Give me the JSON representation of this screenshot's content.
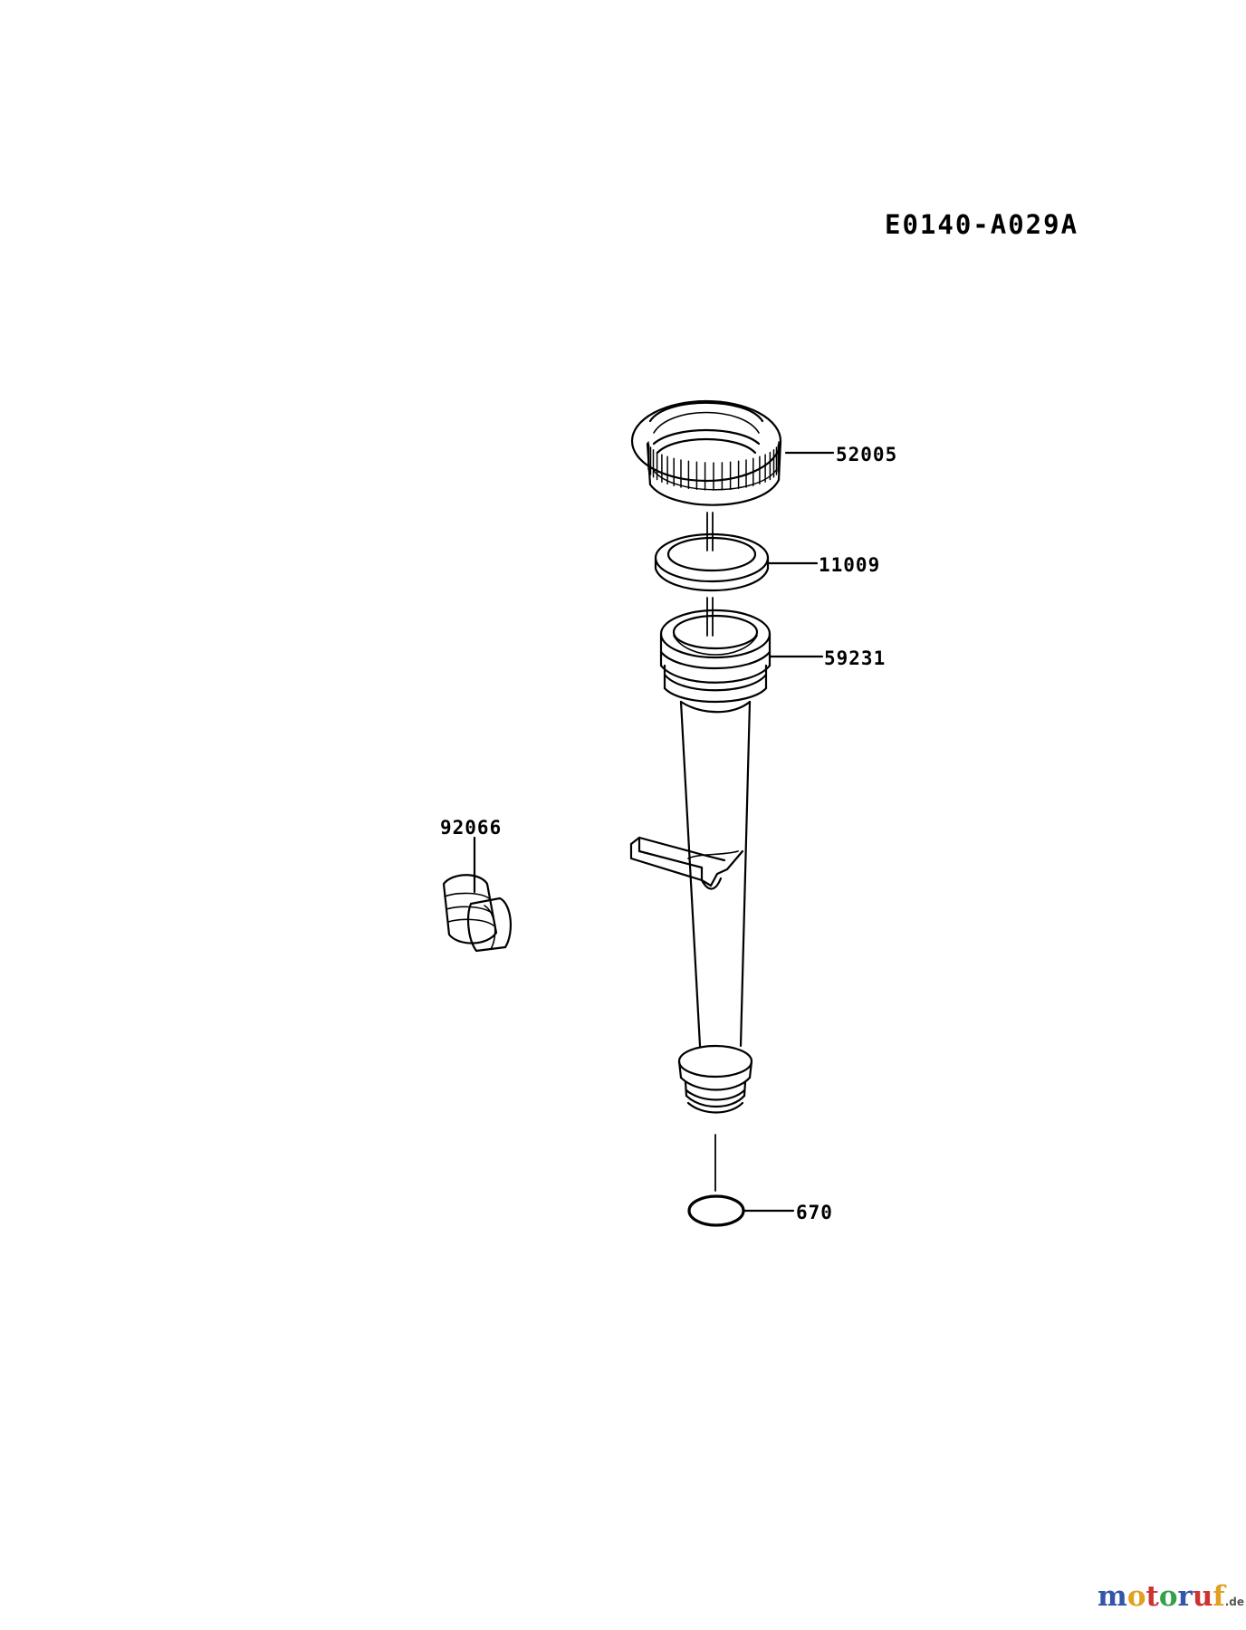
{
  "diagram": {
    "code": "E0140-A029A",
    "parts": [
      {
        "number": "52005"
      },
      {
        "number": "11009"
      },
      {
        "number": "59231"
      },
      {
        "number": "92066"
      },
      {
        "number": "670"
      }
    ]
  },
  "watermark": {
    "parts": [
      "m",
      "o",
      "t",
      "o",
      "r",
      "u",
      "f"
    ],
    "tld": ".de"
  }
}
